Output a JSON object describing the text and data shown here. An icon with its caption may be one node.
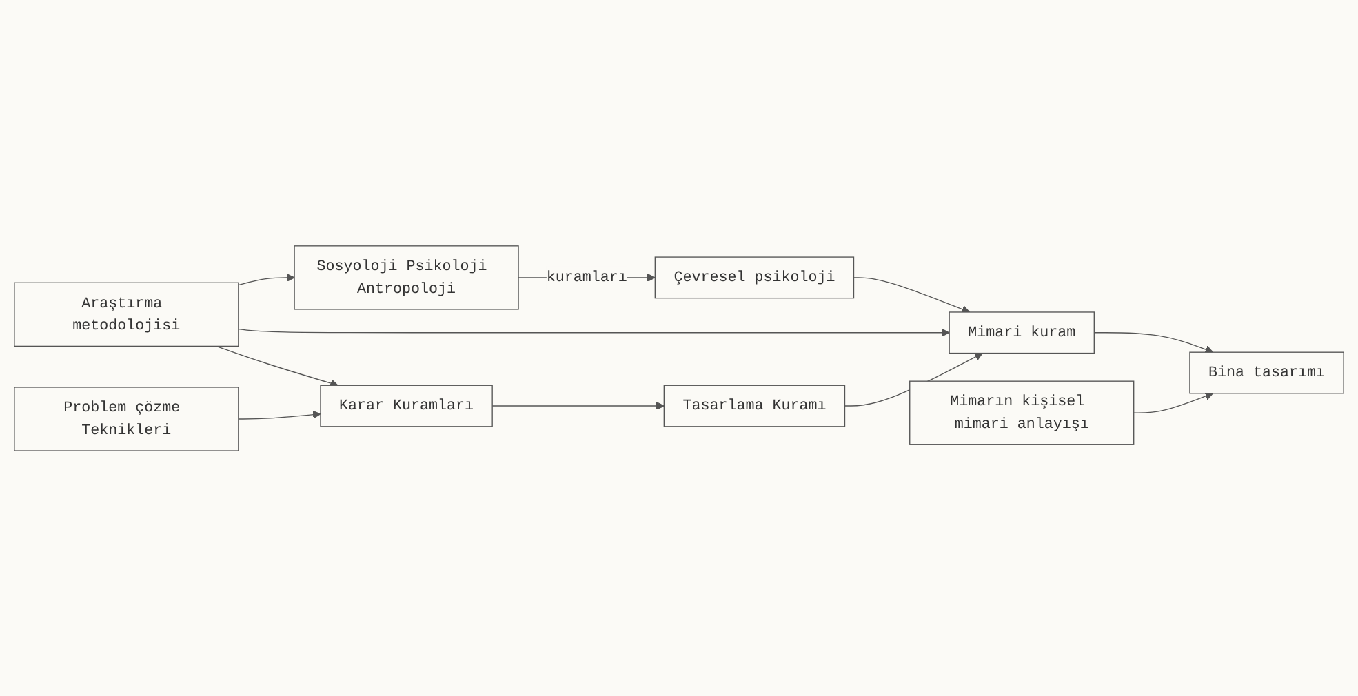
{
  "diagram": {
    "nodes": [
      {
        "text": [
          "Sosyoloji Psikoloji Antropoloji"
        ]
      },
      {
        "text": [
          "Çevresel psikoloji"
        ]
      },
      {
        "text": [
          "Araştırma metodolojisi"
        ]
      },
      {
        "text": [
          "Mimari kuram"
        ]
      },
      {
        "text": [
          "Bina tasarımı"
        ]
      },
      {
        "text": [
          "Karar Kuramları"
        ]
      },
      {
        "text": [
          "Tasarlama Kuramı"
        ]
      },
      {
        "text": [
          "Mimarın kişisel mimari anlayışı"
        ]
      },
      {
        "text": [
          "Problem çözme Teknikleri"
        ]
      }
    ],
    "edges": [
      {
        "from": 0,
        "to": 1,
        "arrow": "to",
        "label": "kuramları"
      },
      {
        "from": 2,
        "to": 0,
        "arrow": "to"
      },
      {
        "from": 1,
        "to": 3,
        "arrow": "to"
      },
      {
        "from": 2,
        "to": 3,
        "arrow": "to"
      },
      {
        "from": 3,
        "to": 4,
        "arrow": "to"
      },
      {
        "from": 2,
        "to": 5,
        "arrow": "to"
      },
      {
        "from": 5,
        "to": 6,
        "arrow": "to"
      },
      {
        "from": 6,
        "to": 3,
        "arrow": "to"
      },
      {
        "from": 7,
        "to": 4,
        "arrow": "to"
      },
      {
        "from": 8,
        "to": 5,
        "arrow": "to"
      }
    ]
  }
}
